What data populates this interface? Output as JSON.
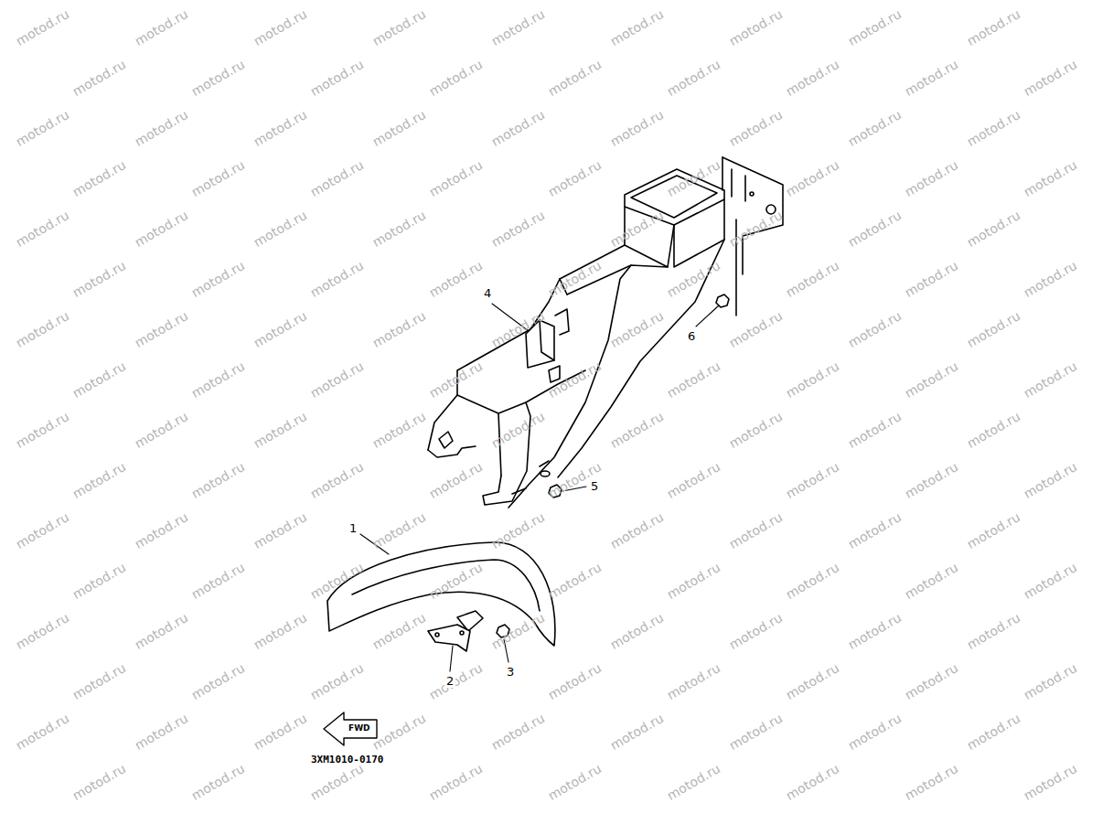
{
  "diagram": {
    "labels": [
      "1",
      "2",
      "3",
      "4",
      "5",
      "6",
      "FWD",
      "3XM1010-0170",
      "motod.ru",
      "motod.ru",
      "motod.ru",
      "motod.ru",
      "motod.ru",
      "motod.ru",
      "motod.ru",
      "motod.ru",
      "motod.ru",
      "motod.ru",
      "motod.ru",
      "motod.ru",
      "motod.ru",
      "motod.ru",
      "motod.ru",
      "motod.ru",
      "motod.ru",
      "motod.ru",
      "motod.ru",
      "motod.ru",
      "motod.ru",
      "motod.ru",
      "motod.ru",
      "motod.ru",
      "motod.ru",
      "motod.ru",
      "motod.ru",
      "motod.ru",
      "motod.ru",
      "motod.ru",
      "motod.ru",
      "motod.ru",
      "motod.ru",
      "motod.ru",
      "motod.ru",
      "motod.ru",
      "motod.ru",
      "motod.ru",
      "motod.ru",
      "motod.ru",
      "motod.ru",
      "motod.ru",
      "motod.ru",
      "motod.ru",
      "motod.ru",
      "motod.ru",
      "motod.ru",
      "motod.ru",
      "motod.ru",
      "motod.ru",
      "motod.ru",
      "motod.ru",
      "motod.ru",
      "motod.ru",
      "motod.ru",
      "motod.ru",
      "motod.ru",
      "motod.ru",
      "motod.ru",
      "motod.ru",
      "motod.ru",
      "motod.ru",
      "motod.ru",
      "motod.ru",
      "motod.ru",
      "motod.ru",
      "motod.ru",
      "motod.ru",
      "motod.ru",
      "motod.ru",
      "motod.ru",
      "motod.ru",
      "motod.ru",
      "motod.ru",
      "motod.ru",
      "motod.ru",
      "motod.ru",
      "motod.ru",
      "motod.ru",
      "motod.ru",
      "motod.ru",
      "motod.ru",
      "motod.ru",
      "motod.ru",
      "motod.ru",
      "motod.ru",
      "motod.ru",
      "motod.ru",
      "motod.ru",
      "motod.ru",
      "motod.ru",
      "motod.ru",
      "motod.ru",
      "motod.ru",
      "motod.ru",
      "motod.ru",
      "motod.ru",
      "motod.ru",
      "motod.ru",
      "motod.ru",
      "motod.ru",
      "motod.ru",
      "motod.ru",
      "motod.ru",
      "motod.ru",
      "motod.ru",
      "motod.ru",
      "motod.ru",
      "motod.ru",
      "motod.ru",
      "motod.ru",
      "motod.ru",
      "motod.ru",
      "motod.ru",
      "motod.ru",
      "motod.ru",
      "motod.ru",
      "motod.ru",
      "motod.ru",
      "motod.ru",
      "motod.ru",
      "motod.ru",
      "motod.ru",
      "motod.ru",
      "motod.ru",
      "motod.ru",
      "motod.ru",
      "motod.ru",
      "motod.ru",
      "motod.ru",
      "motod.ru",
      "motod.ru",
      "motod.ru",
      "motod.ru",
      "motod.ru",
      "motod.ru",
      "motod.ru",
      "motod.ru",
      "motod.ru",
      "motod.ru",
      "motod.ru",
      "motod.ru",
      "motod.ru",
      "motod.ru"
    ]
  }
}
